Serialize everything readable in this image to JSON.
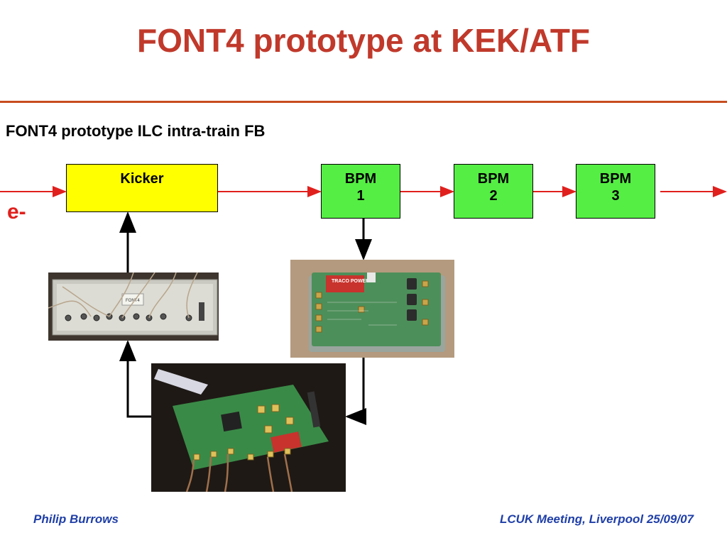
{
  "slide": {
    "title": "FONT4 prototype at KEK/ATF",
    "subtitle": "FONT4 prototype ILC intra-train FB"
  },
  "diagram": {
    "kicker_label": "Kicker",
    "bpm1": {
      "line1": "BPM",
      "line2": "1"
    },
    "bpm2": {
      "line1": "BPM",
      "line2": "2"
    },
    "bpm3": {
      "line1": "BPM",
      "line2": "3"
    },
    "beam_label": "e-"
  },
  "photos": {
    "amplifier_panel_icon": "amplifier-front-panel-photo",
    "bpm_processor_icon": "bpm-processor-board-photo",
    "feedback_board_icon": "fpga-feedback-board-photo",
    "panel_badge_text": "FONT4",
    "traco_label": "TRACO POWER"
  },
  "colors": {
    "title": "#c0392b",
    "rule": "#c84d1f",
    "beam_line": "#e0201d",
    "kicker": "#ffff00",
    "bpm": "#55ee44",
    "footer": "#1f3fa8"
  },
  "footer": {
    "left": "Philip Burrows",
    "right": "LCUK Meeting, Liverpool 25/09/07"
  }
}
